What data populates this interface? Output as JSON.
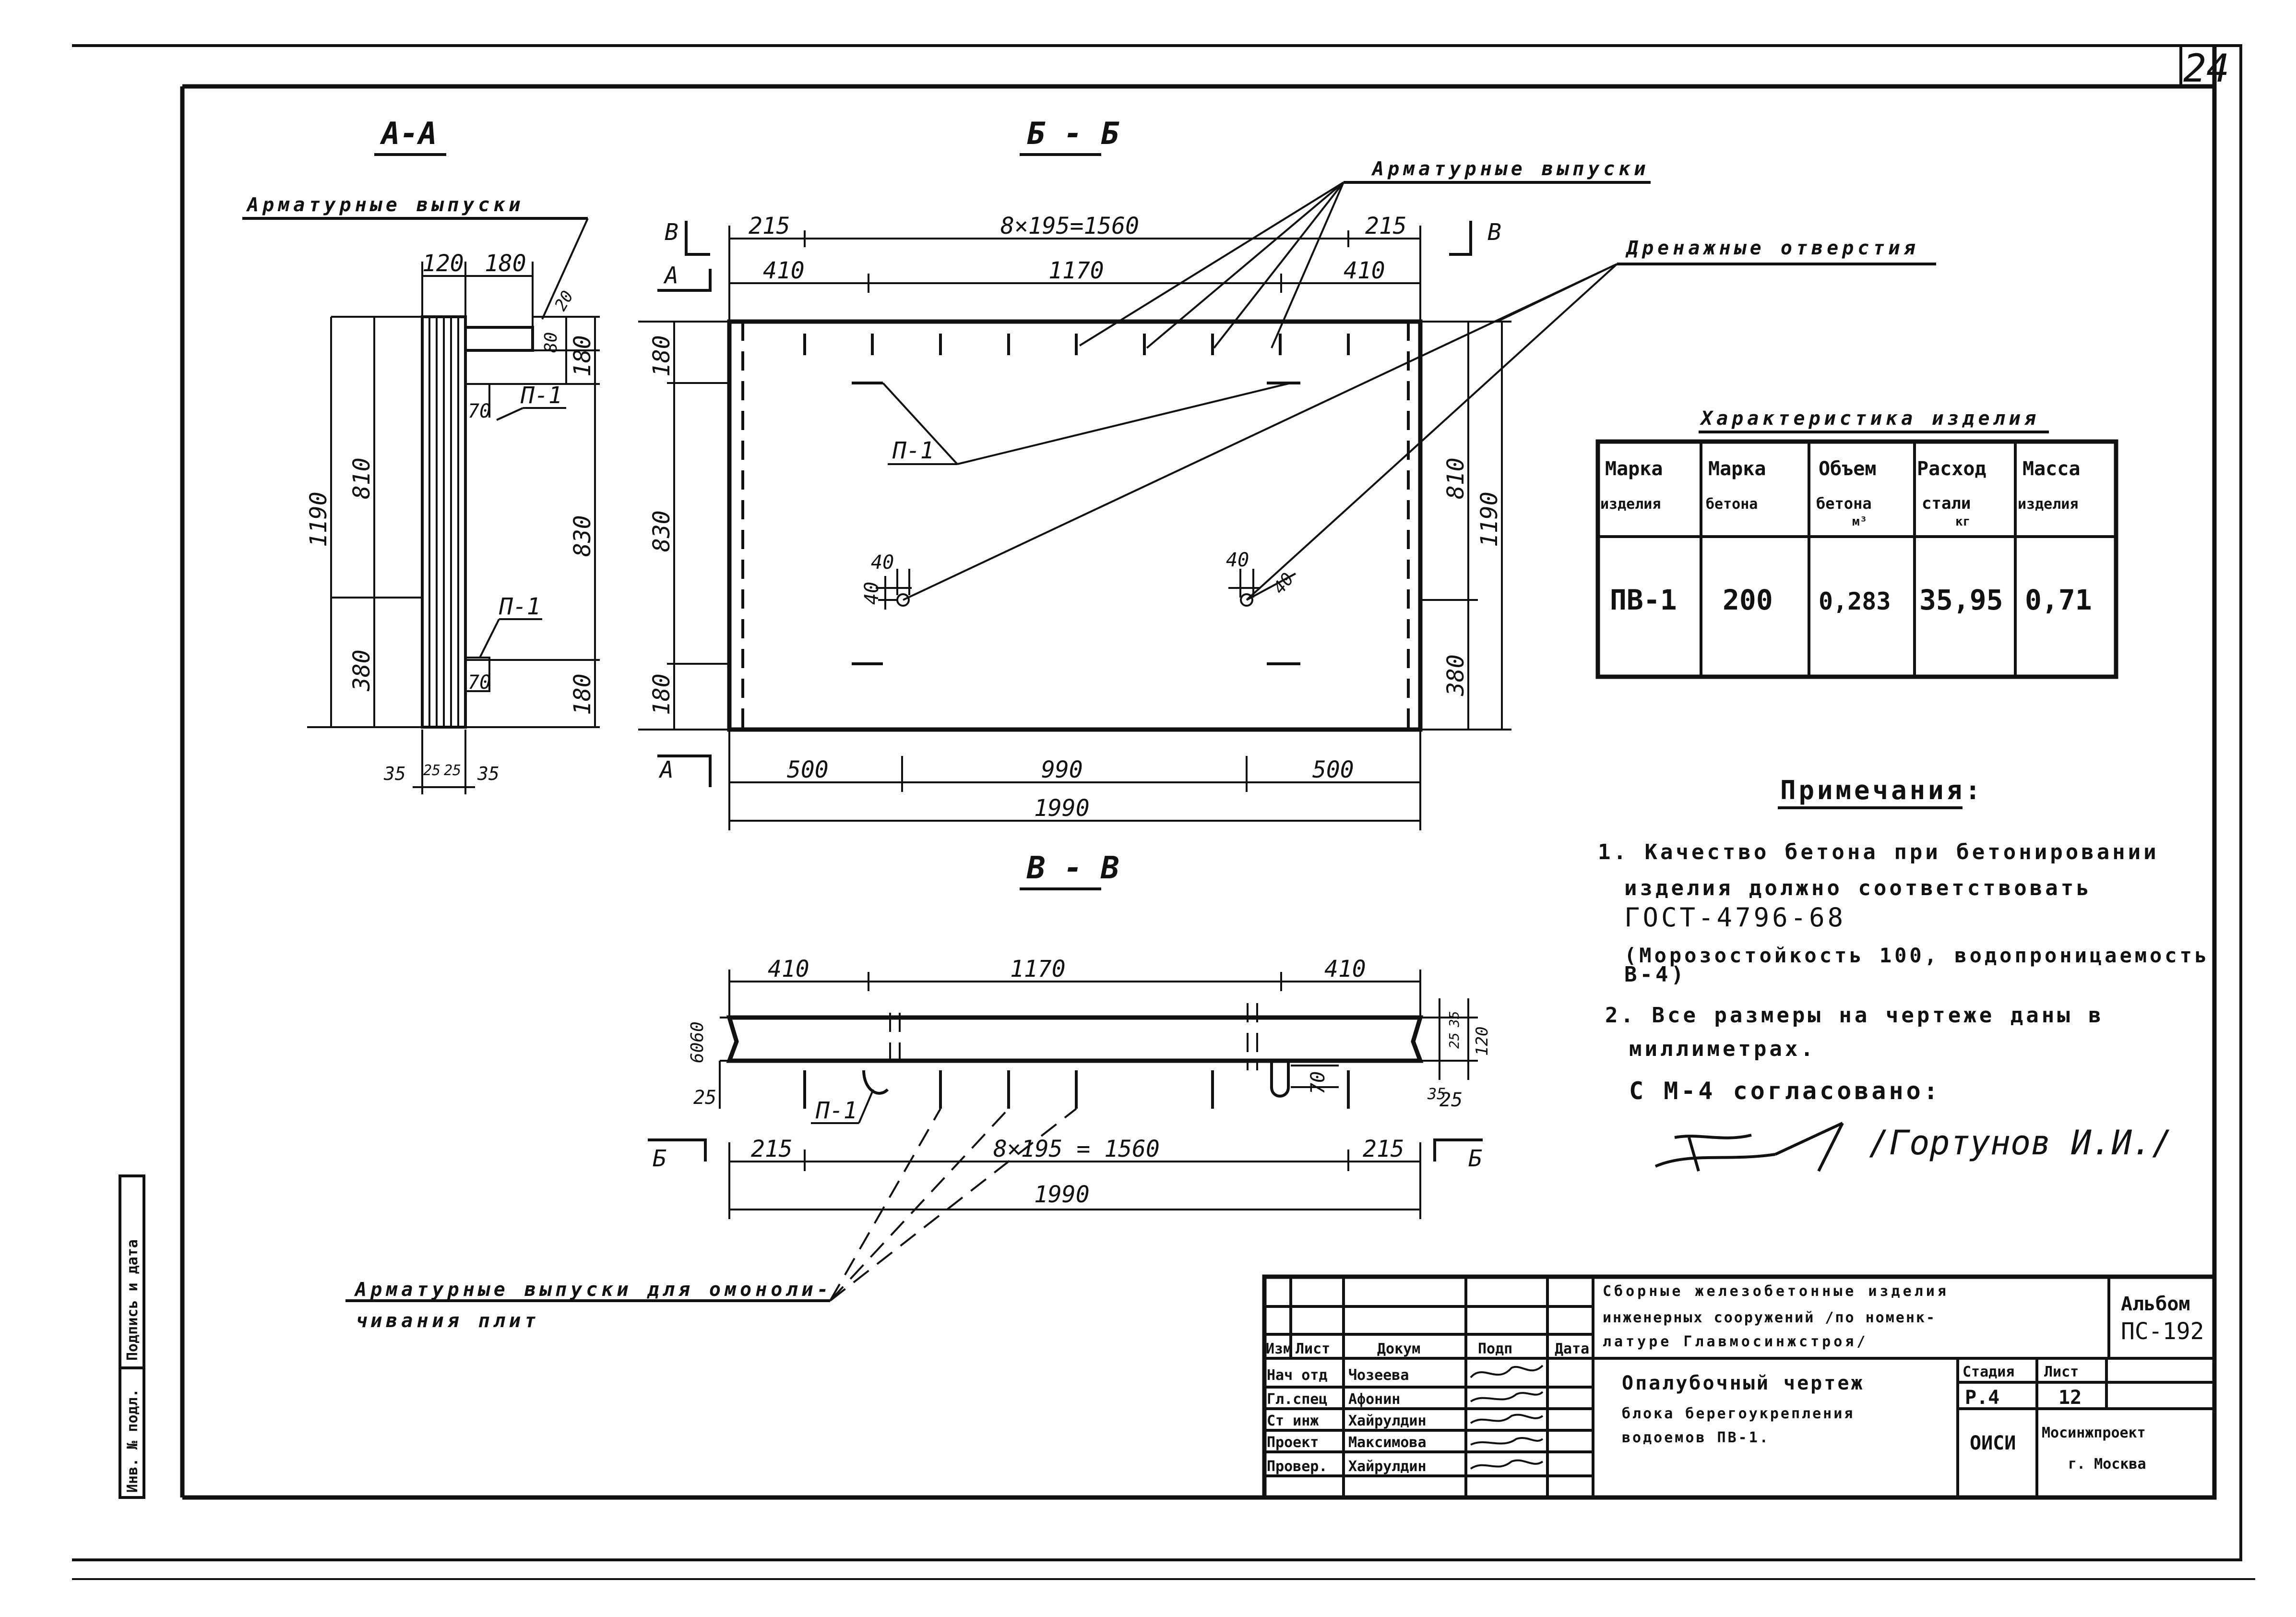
{
  "page_number": "24",
  "sections": {
    "aa": "А-А",
    "bb": "Б - Б",
    "vv": "В - В"
  },
  "labels": {
    "armatura_aa": "Арматурные выпуски",
    "armatura_bb": "Арматурные выпуски",
    "drainage": "Дренажные отверстия",
    "armatura_bottom_1": "Арматурные выпуски для омоноли-",
    "armatura_bottom_2": "чивания плит",
    "p1": "П-1",
    "a": "А",
    "b": "Б",
    "v": "В"
  },
  "dims": {
    "aa_120": "120",
    "aa_180": "180",
    "aa_1190": "1190",
    "aa_810": "810",
    "aa_380": "380",
    "aa_830": "830",
    "aa_180a": "180",
    "aa_180b": "180",
    "aa_70a": "70",
    "aa_70b": "70",
    "aa_80": "80",
    "aa_20": "20",
    "aa_35a": "35",
    "aa_25a": "25",
    "aa_25b": "25",
    "aa_35b": "35",
    "bb_215a": "215",
    "bb_8x195": "8×195=1560",
    "bb_215b": "215",
    "bb_410a": "410",
    "bb_1170": "1170",
    "bb_410b": "410",
    "bb_180a": "180",
    "bb_830": "830",
    "bb_180b": "180",
    "bb_810": "810",
    "bb_380": "380",
    "bb_1190": "1190",
    "bb_500a": "500",
    "bb_990": "990",
    "bb_500b": "500",
    "bb_1990": "1990",
    "bb_40a": "40",
    "bb_40b": "40",
    "bb_40c": "40",
    "bb_40d": "40",
    "vv_410a": "410",
    "vv_1170": "1170",
    "vv_410b": "410",
    "vv_6060": "6060",
    "vv_25a": "25",
    "vv_25b": "25",
    "vv_35a": "35",
    "vv_35b": "35",
    "vv_25c": "25",
    "vv_120": "120",
    "vv_70": "70",
    "vv_215a": "215",
    "vv_8x195": "8×195 = 1560",
    "vv_215b": "215",
    "vv_1990": "1990"
  },
  "characteristics": {
    "title": "Характеристика изделия",
    "headers": [
      [
        "Марка",
        "изделия"
      ],
      [
        "Марка",
        "бетона"
      ],
      [
        "Объем",
        "бетона",
        "м³"
      ],
      [
        "Расход",
        "стали",
        "кг"
      ],
      [
        "Масса",
        "изделия"
      ]
    ],
    "row": [
      "ПВ-1",
      "200",
      "0,283",
      "35,95",
      "0,71"
    ]
  },
  "notes": {
    "title": "Примечания:",
    "n1_l1": "1. Качество бетона при бетонировании",
    "n1_l2": "изделия должно соответствовать",
    "n1_l3": "ГОСТ-4796-68",
    "n1_l4": "(Морозостойкость 100, водопроницаемость",
    "n1_l5": "В-4)",
    "n2_l1": "2. Все размеры на чертеже даны в",
    "n2_l2": "миллиметрах.",
    "agreed": "С М-4 согласовано:",
    "signer": "/Гортунов И.И./"
  },
  "stamp": {
    "project_title": [
      "Сборные железобетонные изделия",
      "инженерных сооружений /по номенк-",
      "латуре Главмосинжстроя/"
    ],
    "album_label": "Альбом",
    "album_value": "ПС-192",
    "col_headers": [
      "Изм",
      "Лист",
      "Докум",
      "Подп",
      "Дата"
    ],
    "people": [
      [
        "Нач отд",
        "Чозеева"
      ],
      [
        "Гл.спец",
        "Афонин"
      ],
      [
        "Ст инж",
        "Хайрулдин"
      ],
      [
        "Проект",
        "Максимова"
      ],
      [
        "Провер.",
        "Хайрулдин"
      ]
    ],
    "drawing_title": [
      "Опалубочный чертеж",
      "блока берегоукрепления",
      "водоемов ПВ-1."
    ],
    "stage_label": "Стадия",
    "sheet_label": "Лист",
    "stage_value": "Р.4",
    "sheet_value": "12",
    "dept": "ОИСИ",
    "org": [
      "Мосинжпроект",
      "г. Москва"
    ]
  },
  "margin_stamp": [
    "Инв. № подл.",
    "Подпись и дата"
  ]
}
